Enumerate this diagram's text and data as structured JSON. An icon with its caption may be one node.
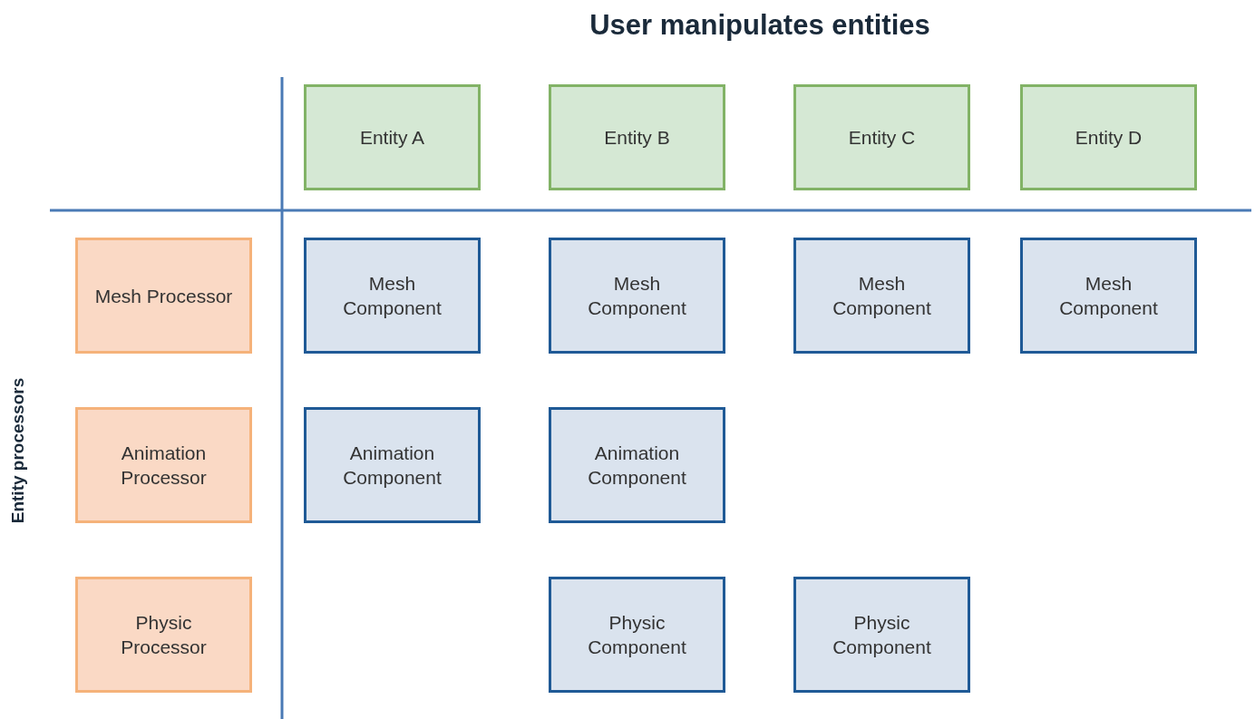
{
  "diagram": {
    "title": "User manipulates entities",
    "nodes": [
      {
        "text": [
          "Entity A"
        ]
      },
      {
        "text": [
          "Entity B"
        ]
      },
      {
        "text": [
          "Entity C"
        ]
      },
      {
        "text": [
          "Entity D"
        ]
      },
      {
        "text": [
          "Mesh Processor"
        ]
      },
      {
        "text": [
          "Mesh Component"
        ]
      },
      {
        "text": [
          "Mesh Component"
        ]
      },
      {
        "text": [
          "Mesh Component"
        ]
      },
      {
        "text": [
          "Mesh Component"
        ]
      },
      {
        "text": [
          "Animation Processor"
        ]
      },
      {
        "text": [
          "Animation Component"
        ]
      },
      {
        "text": [
          "Animation Component"
        ]
      },
      {
        "text": [
          "Physic Processor"
        ]
      },
      {
        "text": [
          "Physic Component"
        ]
      },
      {
        "text": [
          "Physic Component"
        ]
      }
    ],
    "edges": [],
    "labels": [
      "Entity processors"
    ]
  }
}
